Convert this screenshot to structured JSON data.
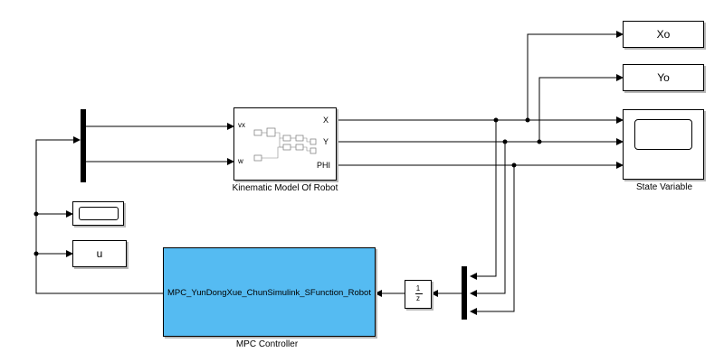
{
  "blocks": {
    "kinematic": {
      "label": "Kinematic Model Of Robot",
      "inputs": [
        "vx",
        "w"
      ],
      "outputs": [
        "X",
        "Y",
        "PHI"
      ]
    },
    "xo": {
      "label": "Xo"
    },
    "yo": {
      "label": "Yo"
    },
    "state_scope": {
      "label": "State Variable"
    },
    "u_display": {
      "label": "u"
    },
    "mpc": {
      "name": "MPC_YunDongXue_ChunSimulink_SFunction_Robot",
      "label": "MPC Controller",
      "color": "#55bbf2"
    },
    "unit_delay": {
      "numerator": "1",
      "denominator": "z"
    }
  }
}
